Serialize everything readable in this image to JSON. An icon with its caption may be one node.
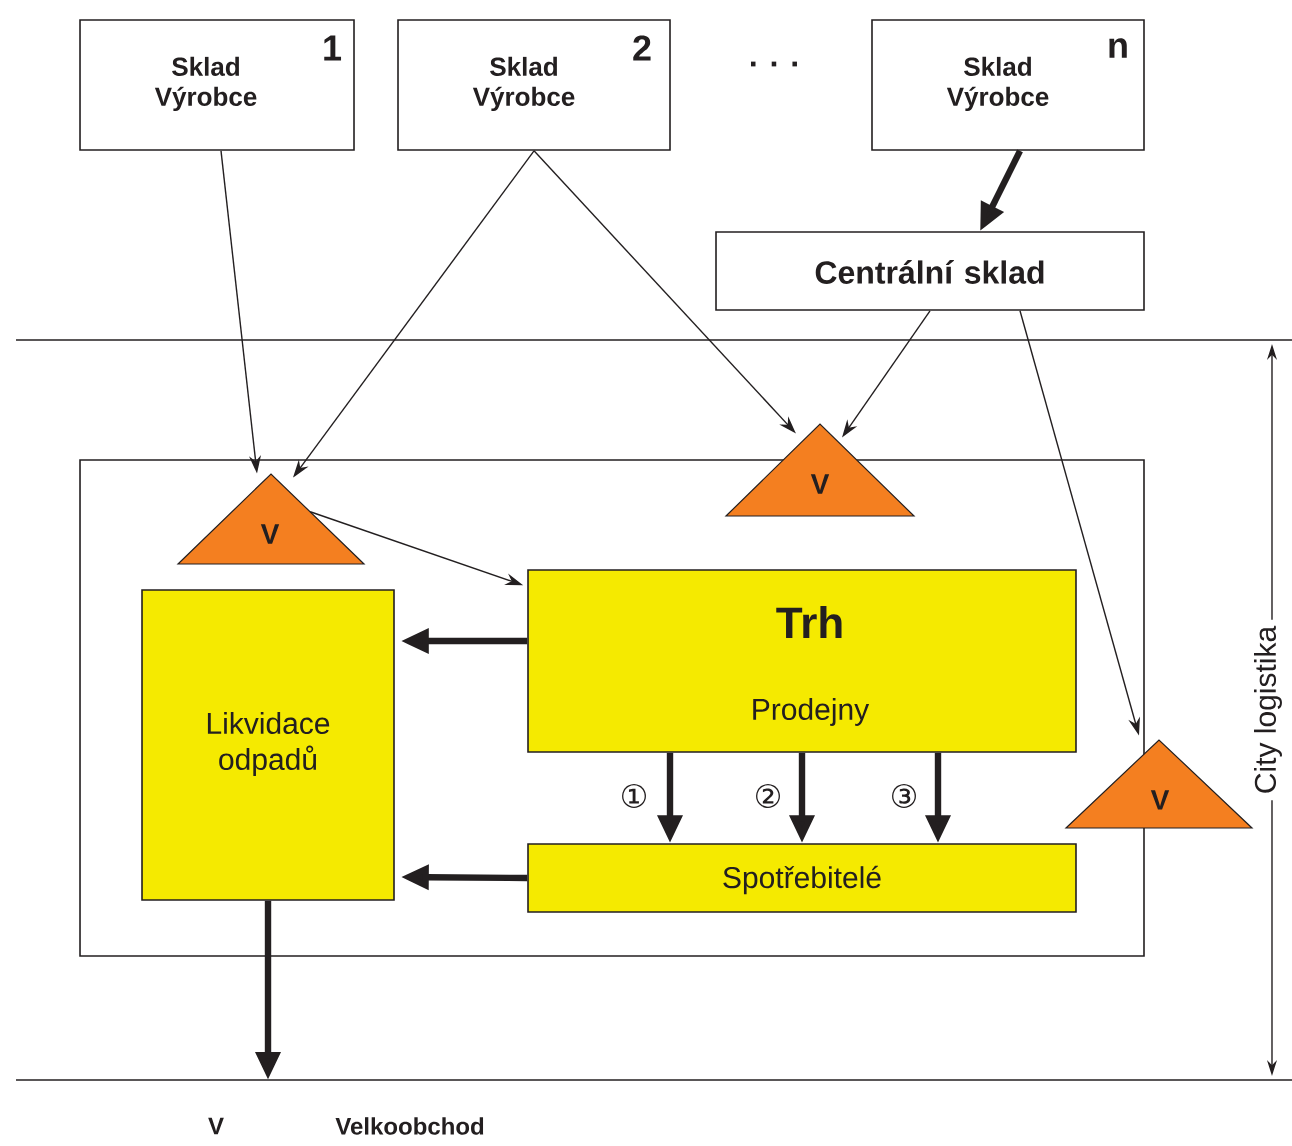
{
  "diagram": {
    "nodes": [
      {
        "text": [
          "Sklad Výrobce",
          "1"
        ]
      },
      {
        "text": [
          "Sklad Výrobce",
          "2"
        ]
      },
      {
        "text": [
          "Sklad Výrobce",
          "n"
        ]
      },
      {
        "text": [
          "Centrální sklad"
        ]
      },
      {
        "text": [],
        "shape": "box"
      },
      {
        "text": [
          "V"
        ],
        "in": 4
      },
      {
        "text": [
          "V"
        ]
      },
      {
        "text": [
          "Likvidace odpadů"
        ],
        "in": 4
      },
      {
        "text": [
          "Trh",
          "Prodejny"
        ],
        "in": 4
      },
      {
        "text": [
          "V"
        ]
      },
      {
        "text": [
          "Spotřebitelé"
        ],
        "in": 4
      }
    ],
    "edges": [
      {
        "from": 0,
        "to": 5,
        "arrow": "to"
      },
      {
        "from": 1,
        "to": 5,
        "arrow": "to"
      },
      {
        "from": 1,
        "to": 6,
        "arrow": "to"
      },
      {
        "from": 2,
        "to": 3,
        "arrow": "to"
      },
      {
        "from": 3,
        "to": 6,
        "arrow": "to"
      },
      {
        "from": 3,
        "to": 9,
        "arrow": "to"
      },
      {
        "from": 5,
        "to": 8,
        "arrow": "to"
      },
      {
        "from": 8,
        "to": 7,
        "arrow": "to"
      },
      {
        "from": 10,
        "to": 7,
        "arrow": "to"
      },
      {
        "from": 8,
        "to": 10,
        "arrow": "to",
        "label": "①"
      },
      {
        "from": 8,
        "to": 10,
        "arrow": "to",
        "label": "②"
      },
      {
        "from": 8,
        "to": 10,
        "arrow": "to",
        "label": "③"
      },
      {
        "from": 7,
        "to": null,
        "arrow": "to"
      }
    ],
    "labels": [
      ". . .",
      "City logistika",
      "V",
      "Velkoobchod"
    ]
  }
}
